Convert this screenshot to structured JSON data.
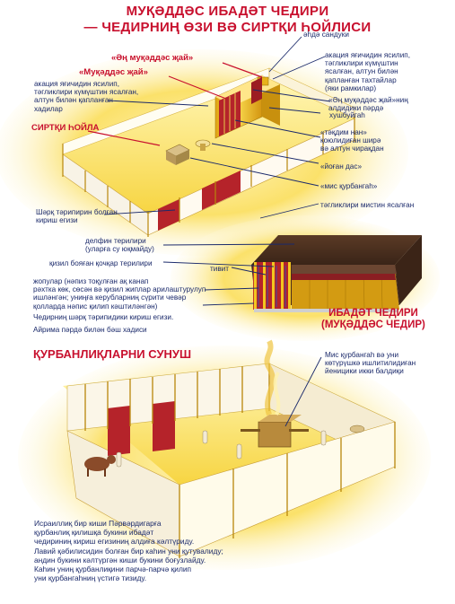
{
  "header": {
    "line1": "МУҚӘДДӘС ИБАДӘТ ЧЕДИРИ",
    "line2": "— ЧЕДИРНИҢ ӨЗИ ВӘ СИРТҚИ ҺОЙЛИСИ"
  },
  "section1_labels": {
    "most_holy": "«Әң муқәддәс җай»",
    "holy": "«Муқәддәс җай»",
    "outer_court": "СИРТҚИ ҺОЙЛА",
    "ark": "әһдә сандуки",
    "ark_desc": "акация яғичидин ясилип,\nтәгликлири күмүштин\nясалған, алтун билән\nқапланған тахтайлар\n(яки рамкилар)",
    "left_boards": "акация яғичидин ясилип,\nтәгликлири күмүштин ясалған,\nалтун билән қапланған\nхадилар",
    "curtain": "«Әң муқәддәс җай»ниң\nалдидики пәрдә",
    "incense": "хушбуйгаһ",
    "bread": "«тәқдим нан»\nқоюлидиған ширә\nвә алтун чирақдан",
    "basin": "«йоған дас»",
    "altar": "«мис қурбангаһ»",
    "copper_bases": "тәгликлири мистин ясалған",
    "east_gate": "Шәрқ тәрипирин болған\nкириш егизи"
  },
  "section2_labels": {
    "dolphin": "делфин терилири\n(уларға су юқмайду)",
    "ram_skins": "қизил бояған қочқар терилири",
    "goat": "тивит",
    "linen": "жопулар (нәпиз тоқулған ақ канап\nрәхтка көк, сөсән вә қизил жиплар арилаштурулуп\nишләнгән; униңға керубларниң сүрити чевәр\nқолларда нәпис қилип кәштиләнгән)",
    "tent_east": "Чедирниң шәрқ тәрипидики кириш егизи.",
    "ayrima": "Айрима пәрдә билән бәш хадиси",
    "tent_title": "ИБАДӘТ ЧЕДИРИ\n(МУҚӘДДӘС ЧЕДИР)"
  },
  "section3": {
    "heading": "ҚУРБАНЛИҚЛАРНИ СУНУШ",
    "altar_note": "Мис қурбангаһ вә уни\nкөтүрүшкә ишлитилидиған\nйеницики икки балдиқи",
    "body": "Исраиллиқ бир киши Пәрвәрдигарға\nқурбанлиқ қилишқа букини ибадәт\nчедириниң кириш егизиниң алдиға кәлтүриду.\nЛавий қәбилисидин болған бир каһин уни қутувалиду;\nандин букини кәлтүргән киши букини боғузлайду.\nКаһин униң қурбанлиқини парчә-парчә қилип\nуни қурбангаһниң үстигә тизиду."
  },
  "colors": {
    "title_red": "#c8102e",
    "label_blue": "#1b2a6b",
    "gold": "#f2c61f",
    "curtain_red": "#b5232a"
  }
}
